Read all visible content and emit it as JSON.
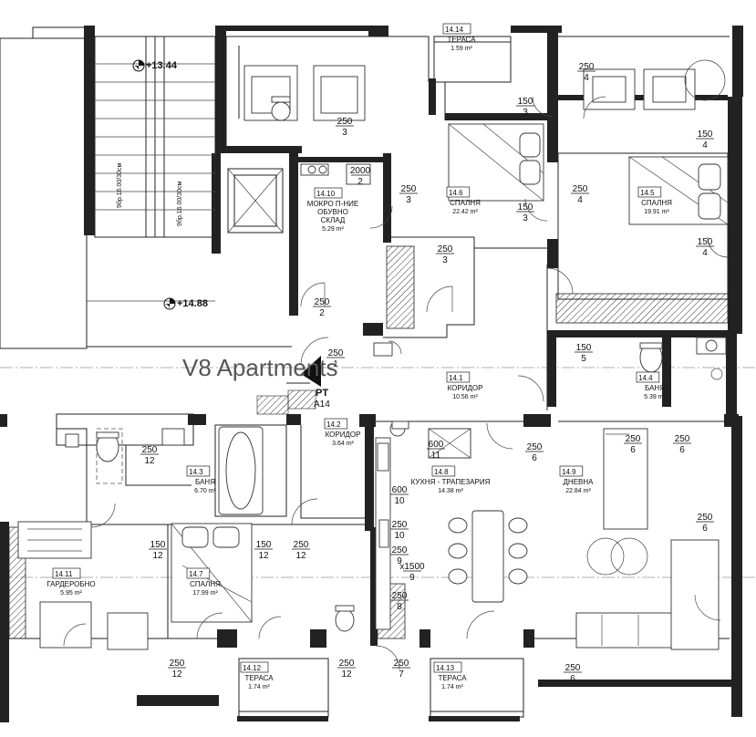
{
  "watermark": "V8 Apartments",
  "levels": {
    "upper": "+13.44",
    "lower": "+14.88"
  },
  "stair_notes": {
    "left": "9бр.16.00/30см",
    "right": "9бр.16.00/30см"
  },
  "entry": {
    "code": "PT",
    "label": "A14"
  },
  "rooms": [
    {
      "no": "14.14",
      "name": "ТЕРАСА",
      "area": "1.59 m²"
    },
    {
      "no": "14.10",
      "name": "МОКРО П-НИЕ\nОБУВНО\nСКЛАД",
      "area": "5.29 m²"
    },
    {
      "no": "14.6",
      "name": "СПАЛНЯ",
      "area": "22.42 m²"
    },
    {
      "no": "14.5",
      "name": "СПАЛНЯ",
      "area": "19.91 m²"
    },
    {
      "no": "14.1",
      "name": "КОРИДОР",
      "area": "10.56 m²"
    },
    {
      "no": "14.4",
      "name": "БАНЯ",
      "area": "5.39 m²"
    },
    {
      "no": "14.2",
      "name": "КОРИДОР",
      "area": "3.64 m²"
    },
    {
      "no": "14.3",
      "name": "БАНЯ",
      "area": "6.70 m²"
    },
    {
      "no": "14.8",
      "name": "КУХНЯ - ТРАПЕЗАРИЯ",
      "area": "14.38 m²"
    },
    {
      "no": "14.9",
      "name": "ДНЕВНА",
      "area": "22.84 m²"
    },
    {
      "no": "14.11",
      "name": "ГАРДЕРОБНО",
      "area": "5.95 m²"
    },
    {
      "no": "14.7",
      "name": "СПАЛНЯ",
      "area": "17.99 m²"
    },
    {
      "no": "14.12",
      "name": "ТЕРАСА",
      "area": "1.74 m²"
    },
    {
      "no": "14.13",
      "name": "ТЕРАСА",
      "area": "1.74 m²"
    }
  ],
  "door_tags": [
    {
      "top": "250",
      "bottom": "3"
    },
    {
      "top": "2000",
      "bottom": "2"
    },
    {
      "top": "250",
      "bottom": "3"
    },
    {
      "top": "150",
      "bottom": "3"
    },
    {
      "top": "150",
      "bottom": "3"
    },
    {
      "top": "250",
      "bottom": "4"
    },
    {
      "top": "150",
      "bottom": "4"
    },
    {
      "top": "250",
      "bottom": "4"
    },
    {
      "top": "150",
      "bottom": "4"
    },
    {
      "top": "250",
      "bottom": "3"
    },
    {
      "top": "250",
      "bottom": "2"
    },
    {
      "top": "250",
      "bottom": "1"
    },
    {
      "top": "150",
      "bottom": "5"
    },
    {
      "top": "250",
      "bottom": "12"
    },
    {
      "top": "600",
      "bottom": "11"
    },
    {
      "top": "250",
      "bottom": "6"
    },
    {
      "top": "250",
      "bottom": "6"
    },
    {
      "top": "250",
      "bottom": "6"
    },
    {
      "top": "600",
      "bottom": "10"
    },
    {
      "top": "250",
      "bottom": "10"
    },
    {
      "top": "250",
      "bottom": "9"
    },
    {
      "top": "x1500",
      "bottom": "9"
    },
    {
      "top": "250",
      "bottom": "8"
    },
    {
      "top": "150",
      "bottom": "12"
    },
    {
      "top": "150",
      "bottom": "12"
    },
    {
      "top": "250",
      "bottom": "12"
    },
    {
      "top": "250",
      "bottom": "12"
    },
    {
      "top": "250",
      "bottom": "12"
    },
    {
      "top": "250",
      "bottom": "7"
    },
    {
      "top": "250",
      "bottom": "6"
    }
  ]
}
